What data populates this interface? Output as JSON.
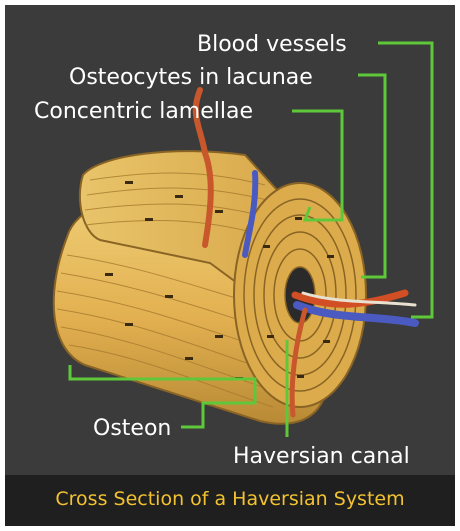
{
  "colors": {
    "background": "#3b3b3b",
    "leader_lines": "#5fc83a",
    "caption_text": "#f2c230",
    "bone": "#e6b957",
    "artery": "#d8532c",
    "vein": "#4f5fcb"
  },
  "labels": {
    "blood_vessels": "Blood vessels",
    "osteocytes": "Osteocytes in lacunae",
    "concentric_lamellae": "Concentric lamellae",
    "osteon": "Osteon",
    "haversian_canal": "Haversian canal"
  },
  "caption": "Cross Section of a Haversian System"
}
